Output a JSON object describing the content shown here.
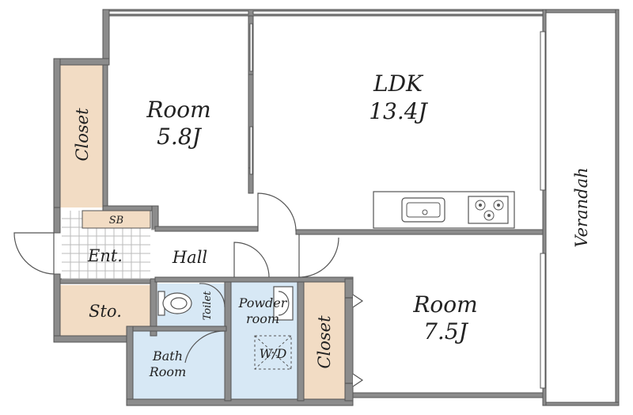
{
  "plan": {
    "rooms": {
      "ldk": {
        "name": "LDK",
        "size": "13.4J"
      },
      "room_a": {
        "name": "Room",
        "size": "5.8J"
      },
      "room_b": {
        "name": "Room",
        "size": "7.5J"
      },
      "closet_a": "Closet",
      "closet_b": "Closet",
      "verandah": "Verandah",
      "entrance": "Ent.",
      "shoe_box": "SB",
      "hall": "Hall",
      "storage": "Sto.",
      "toilet": "Toilet",
      "powder_line1": "Powder",
      "powder_line2": "room",
      "washer": "W/D",
      "bath_line1": "Bath",
      "bath_line2": "Room"
    },
    "colors": {
      "wall": "#8c8c8c",
      "wall_edge": "#555555",
      "closet_fill": "#f2dcc4",
      "wet_fill": "#d7e8f5",
      "floor": "#ffffff"
    }
  }
}
